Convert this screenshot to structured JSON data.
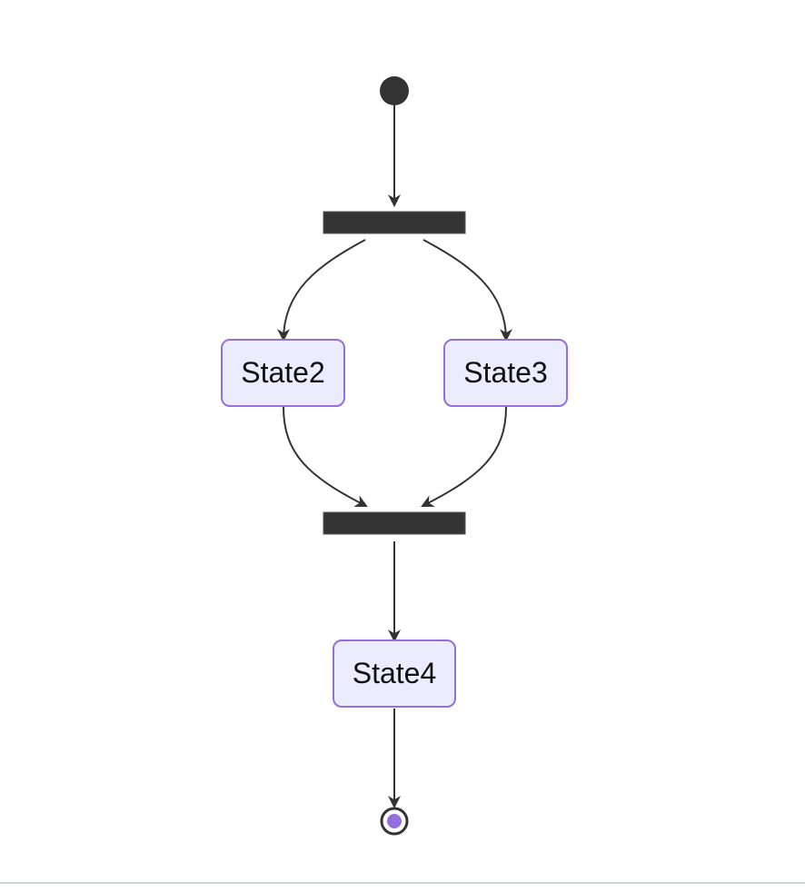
{
  "diagram": {
    "type": "state-diagram",
    "colors": {
      "line": "#333333",
      "bar": "#333333",
      "state_fill": "#ECECFF",
      "state_border": "#9370DB",
      "end_inner": "#9370DB",
      "text": "#111111"
    },
    "nodes": [
      {
        "id": "start",
        "kind": "start"
      },
      {
        "id": "fork",
        "kind": "fork"
      },
      {
        "id": "State2",
        "kind": "state",
        "label": "State2"
      },
      {
        "id": "State3",
        "kind": "state",
        "label": "State3"
      },
      {
        "id": "join",
        "kind": "join"
      },
      {
        "id": "State4",
        "kind": "state",
        "label": "State4"
      },
      {
        "id": "end",
        "kind": "end"
      }
    ],
    "edges": [
      {
        "from": "start",
        "to": "fork"
      },
      {
        "from": "fork",
        "to": "State2"
      },
      {
        "from": "fork",
        "to": "State3"
      },
      {
        "from": "State2",
        "to": "join"
      },
      {
        "from": "State3",
        "to": "join"
      },
      {
        "from": "join",
        "to": "State4"
      },
      {
        "from": "State4",
        "to": "end"
      }
    ]
  }
}
